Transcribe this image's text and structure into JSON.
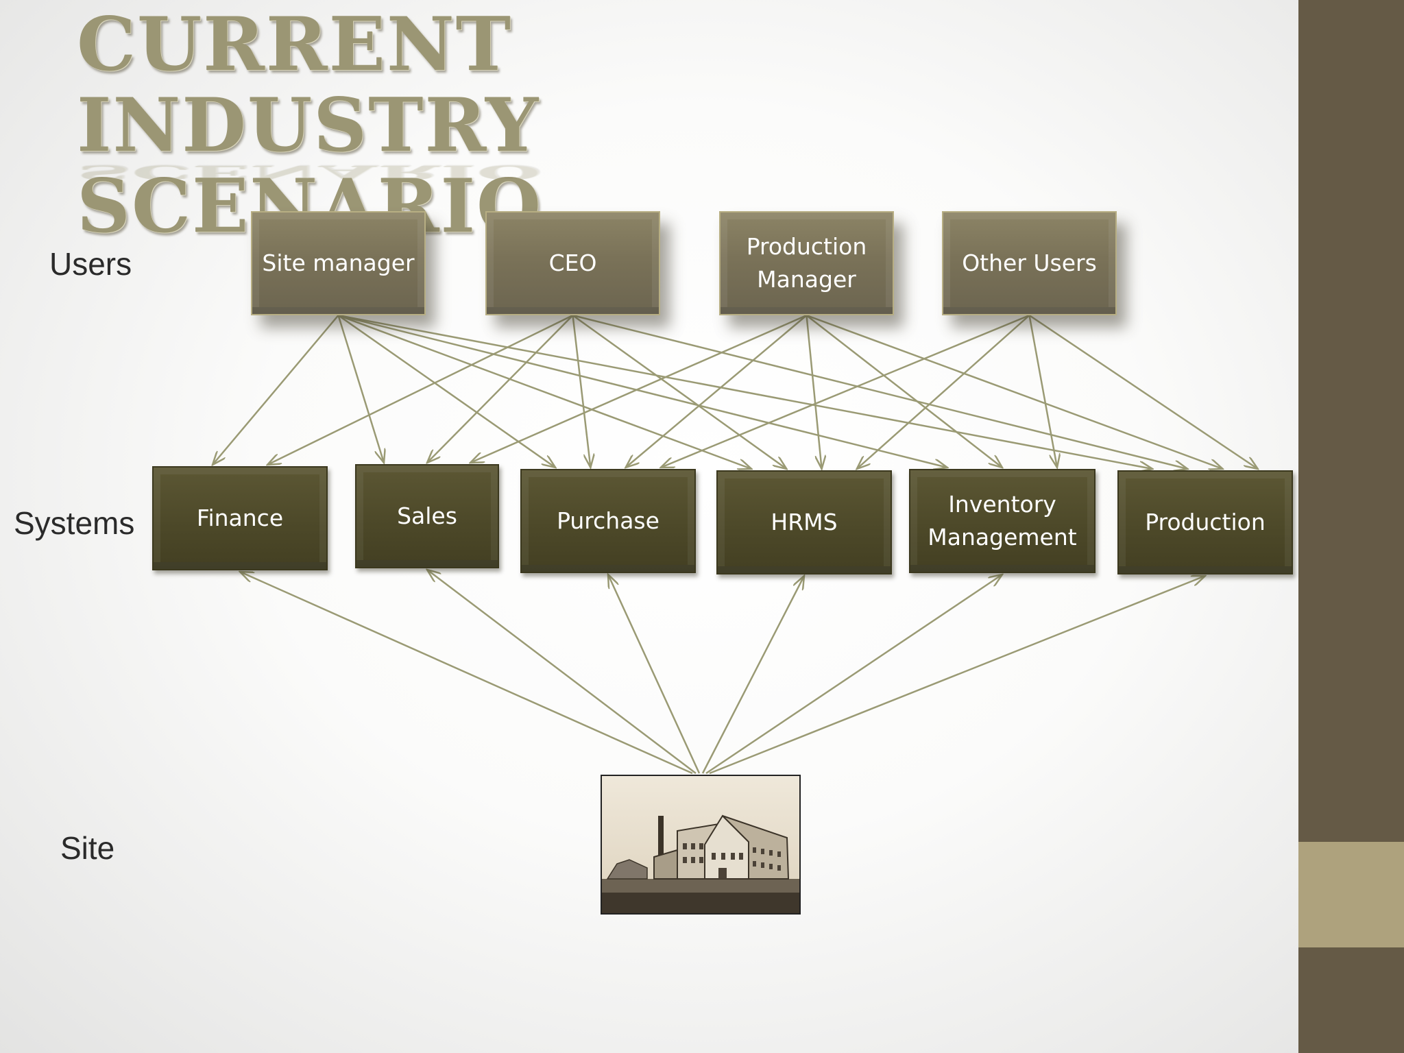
{
  "slide": {
    "title_lines": [
      "Current Industry",
      "Scenario"
    ],
    "row_labels": {
      "users": "Users",
      "systems": "Systems",
      "site": "Site"
    }
  },
  "users": [
    {
      "id": "site-manager",
      "label": "Site manager"
    },
    {
      "id": "ceo",
      "label": "CEO"
    },
    {
      "id": "production-manager",
      "label": "Production Manager"
    },
    {
      "id": "other-users",
      "label": "Other Users"
    }
  ],
  "systems": [
    {
      "id": "finance",
      "label": "Finance"
    },
    {
      "id": "sales",
      "label": "Sales"
    },
    {
      "id": "purchase",
      "label": "Purchase"
    },
    {
      "id": "hrms",
      "label": "HRMS"
    },
    {
      "id": "inventory-management",
      "label": "Inventory Management"
    },
    {
      "id": "production",
      "label": "Production"
    }
  ],
  "site": {
    "image": "factory-building-photo"
  },
  "edges": {
    "user_to_system": [
      [
        "site-manager",
        "finance"
      ],
      [
        "site-manager",
        "sales"
      ],
      [
        "site-manager",
        "purchase"
      ],
      [
        "site-manager",
        "hrms"
      ],
      [
        "site-manager",
        "inventory-management"
      ],
      [
        "site-manager",
        "production"
      ],
      [
        "ceo",
        "finance"
      ],
      [
        "ceo",
        "sales"
      ],
      [
        "ceo",
        "purchase"
      ],
      [
        "ceo",
        "hrms"
      ],
      [
        "ceo",
        "production"
      ],
      [
        "production-manager",
        "sales"
      ],
      [
        "production-manager",
        "purchase"
      ],
      [
        "production-manager",
        "hrms"
      ],
      [
        "production-manager",
        "inventory-management"
      ],
      [
        "production-manager",
        "production"
      ],
      [
        "other-users",
        "purchase"
      ],
      [
        "other-users",
        "hrms"
      ],
      [
        "other-users",
        "inventory-management"
      ],
      [
        "other-users",
        "production"
      ]
    ],
    "site_to_system": [
      "finance",
      "sales",
      "purchase",
      "hrms",
      "inventory-management",
      "production"
    ]
  },
  "colors": {
    "user_box": "#7a7258",
    "system_box": "#4d4929",
    "arrow": "#9a9a74",
    "sidebar": "#655a46",
    "sidebar_accent": "#aea27d",
    "title": "#9b9674"
  }
}
